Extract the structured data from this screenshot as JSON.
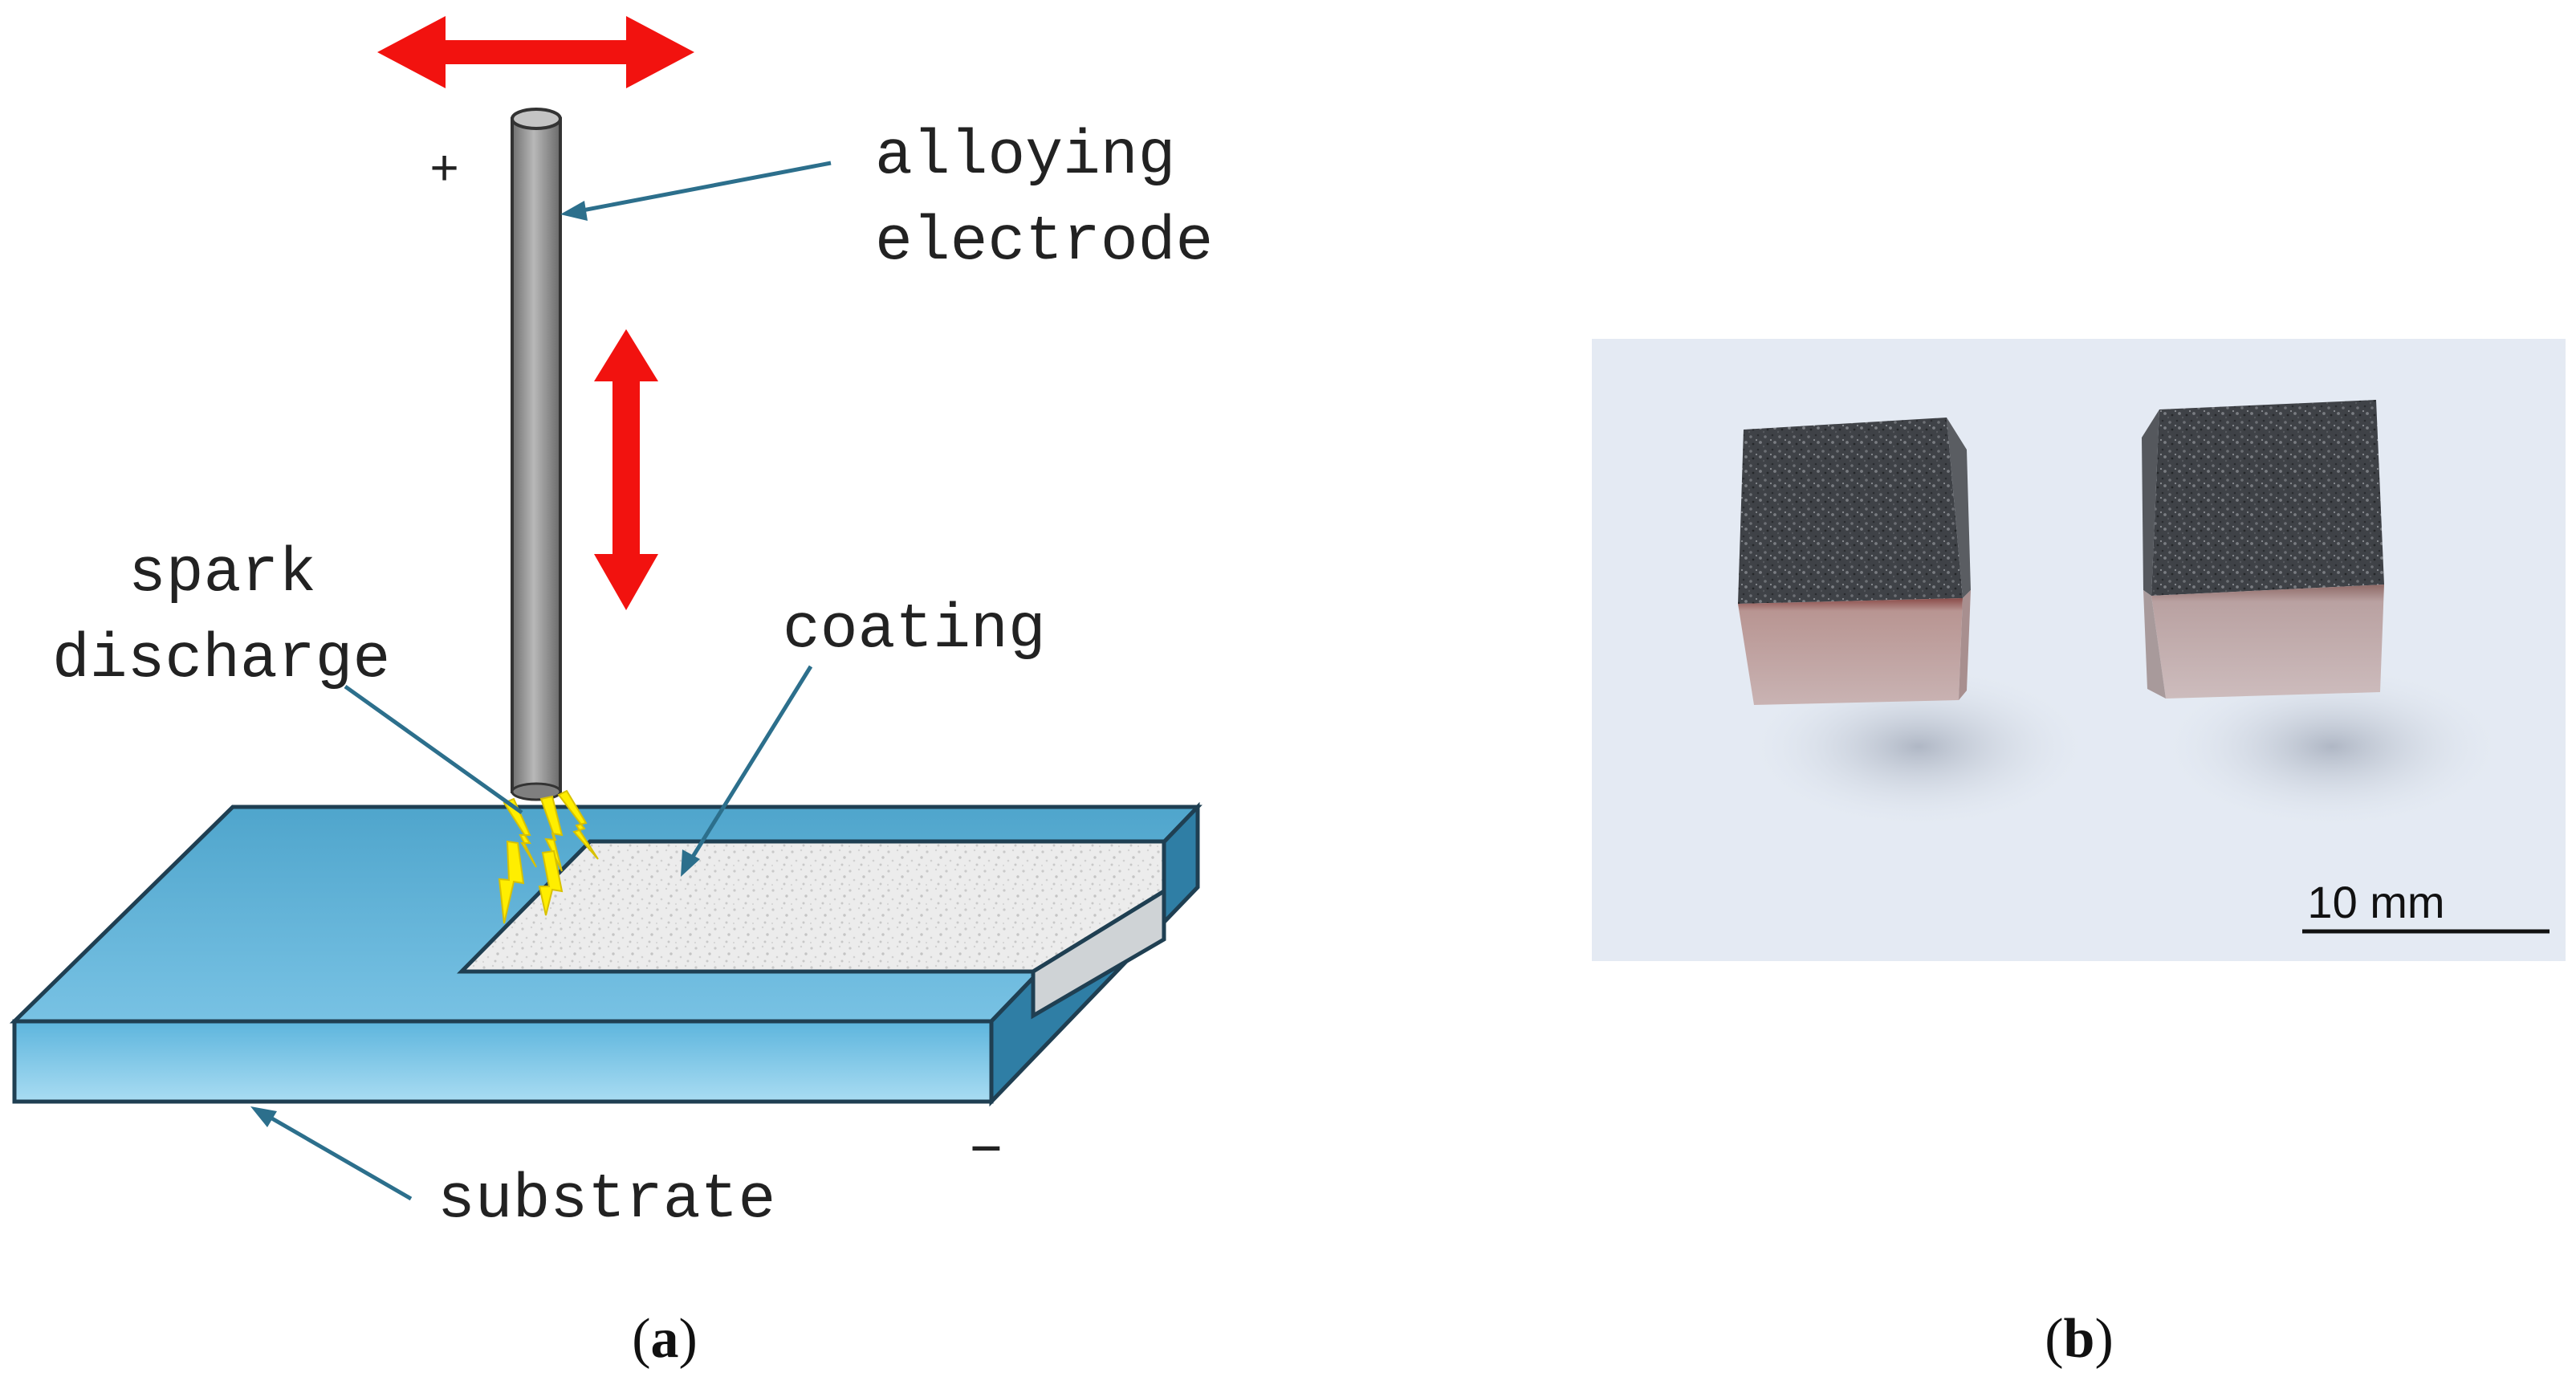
{
  "panel_a": {
    "labels": {
      "positive": "+",
      "negative": "–",
      "electrode_line1": "alloying",
      "electrode_line2": "electrode",
      "spark_line1": "spark",
      "spark_line2": "discharge",
      "coating": "coating",
      "substrate": "substrate"
    },
    "caption": {
      "open": "(",
      "letter": "a",
      "close": ")"
    }
  },
  "panel_b": {
    "scale_bar_label": "10 mm",
    "caption": {
      "open": "(",
      "letter": "b",
      "close": ")"
    }
  },
  "colors": {
    "arrow_red": "#f2120f",
    "substrate_top": "#5aaed3",
    "substrate_front": "#6ec0e6",
    "substrate_side": "#2f7ea5",
    "electrode_gray": "#9a9a9a",
    "spark_yellow": "#ffee00",
    "leader_line": "#2c6f8c",
    "coating": "#e8e8e8",
    "photo_background": "#e4eaf3",
    "cube_top": "#3d4045",
    "cube_side": "#b49290"
  }
}
